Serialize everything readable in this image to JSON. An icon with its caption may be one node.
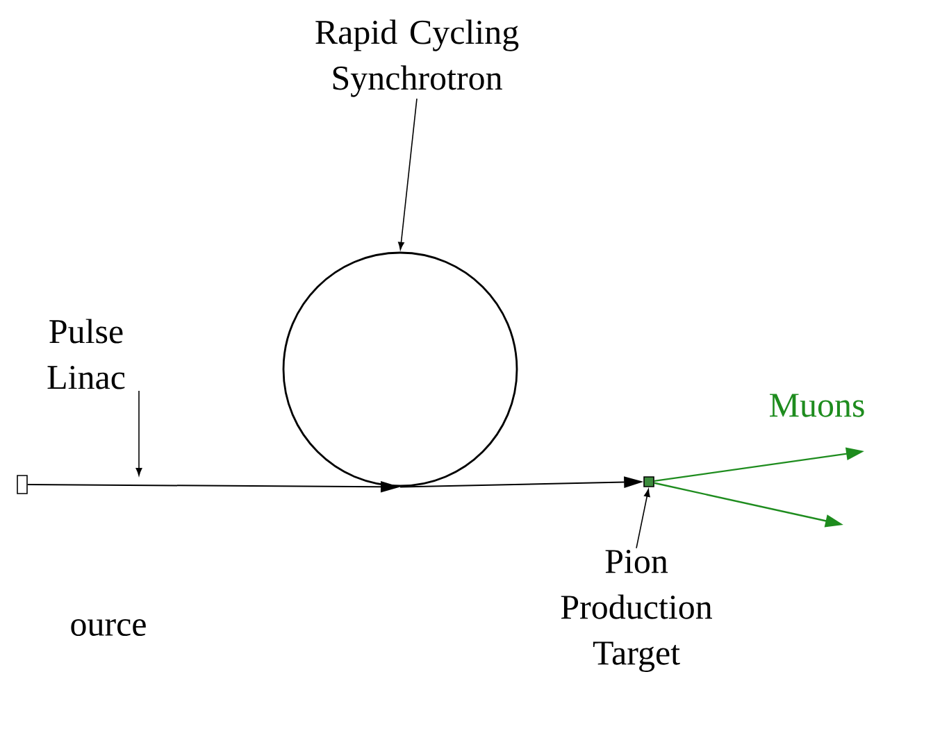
{
  "diagram": {
    "nodes": [
      {
        "text": [
          "Rapid Cycling Synchrotron"
        ]
      },
      {
        "text": [],
        "shape": "circle"
      },
      {
        "text": [
          "Pulse Linac"
        ]
      },
      {
        "text": [],
        "shape": "box"
      },
      {
        "text": [],
        "shape": "box"
      },
      {
        "text": [
          "Pion Production Target"
        ]
      }
    ],
    "edges": [
      {
        "from": 0,
        "to": 1,
        "arrow": "to"
      },
      {
        "from": 2,
        "to": null,
        "arrow": "to"
      },
      {
        "from": 3,
        "to": 1,
        "arrow": "to"
      },
      {
        "from": 1,
        "to": 4,
        "arrow": "to"
      },
      {
        "from": 5,
        "to": 4,
        "arrow": "to"
      },
      {
        "from": 4,
        "to": null,
        "arrow": "to",
        "color": "#1e8c1e"
      },
      {
        "from": 4,
        "to": null,
        "arrow": "to",
        "color": "#1e8c1e"
      }
    ],
    "labels": [
      "Muons",
      "ource"
    ]
  }
}
